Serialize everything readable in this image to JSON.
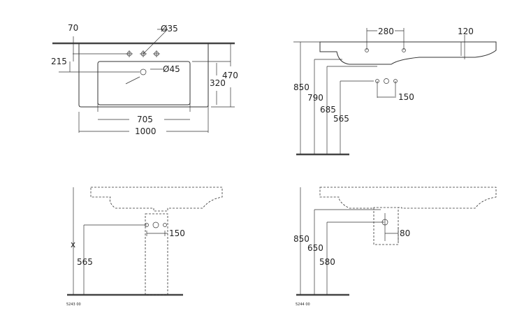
{
  "top_view": {
    "dim_70": "70",
    "dim_215": "215",
    "dim_470": "470",
    "dim_320": "320",
    "dim_705": "705",
    "dim_1000": "1000",
    "dia_35": "Ø35",
    "dia_45": "Ø45"
  },
  "side_view": {
    "dim_280": "280",
    "dim_120": "120",
    "dim_850": "850",
    "dim_790": "790",
    "dim_685": "685",
    "dim_565": "565",
    "dim_150": "150"
  },
  "pedestal_view": {
    "dim_x": "x",
    "dim_565": "565",
    "dim_150": "150",
    "code": "5243 00"
  },
  "siphon_view": {
    "dim_850": "850",
    "dim_650": "650",
    "dim_580": "580",
    "dim_80": "80",
    "code": "5244 00"
  }
}
